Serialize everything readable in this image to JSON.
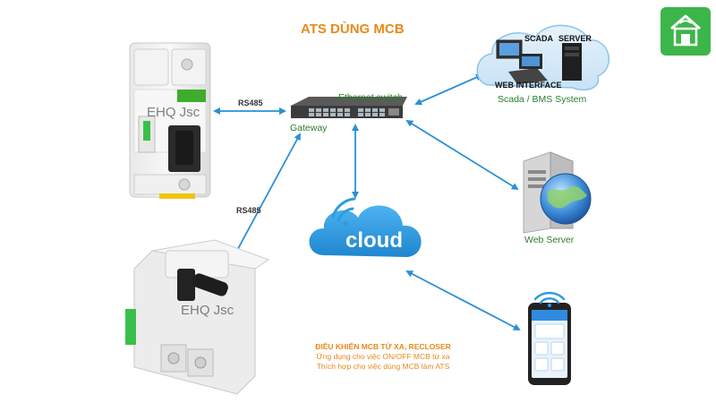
{
  "title": "ATS DÙNG MCB",
  "labels": {
    "ethernet_switch": "Ethernet switch",
    "gateway": "Gateway",
    "rs485_top": "RS485",
    "rs485_left": "RS485",
    "cloud": "cloud",
    "scada": "SCADA",
    "server": "SERVER",
    "web_interface": "WEB INTERFACE",
    "scada_bms": "Scada / BMS System",
    "web_server": "Web Server",
    "watermark_top": "EHQ Jsc",
    "watermark_bottom": "EHQ Jsc"
  },
  "caption": {
    "line1": "ĐIỀU KHIỂN MCB TỪ XA, RECLOSER",
    "line2": "Ứng dụng cho việc ON/OFF MCB từ xa",
    "line3": "Thích hợp cho việc dùng MCB làm ATS"
  },
  "colors": {
    "arrow": "#2a8fd6",
    "cloud": "#2e9be0",
    "title": "#e8891c",
    "label_green": "#2a7d2a",
    "logo_bg": "#3cb64a"
  }
}
